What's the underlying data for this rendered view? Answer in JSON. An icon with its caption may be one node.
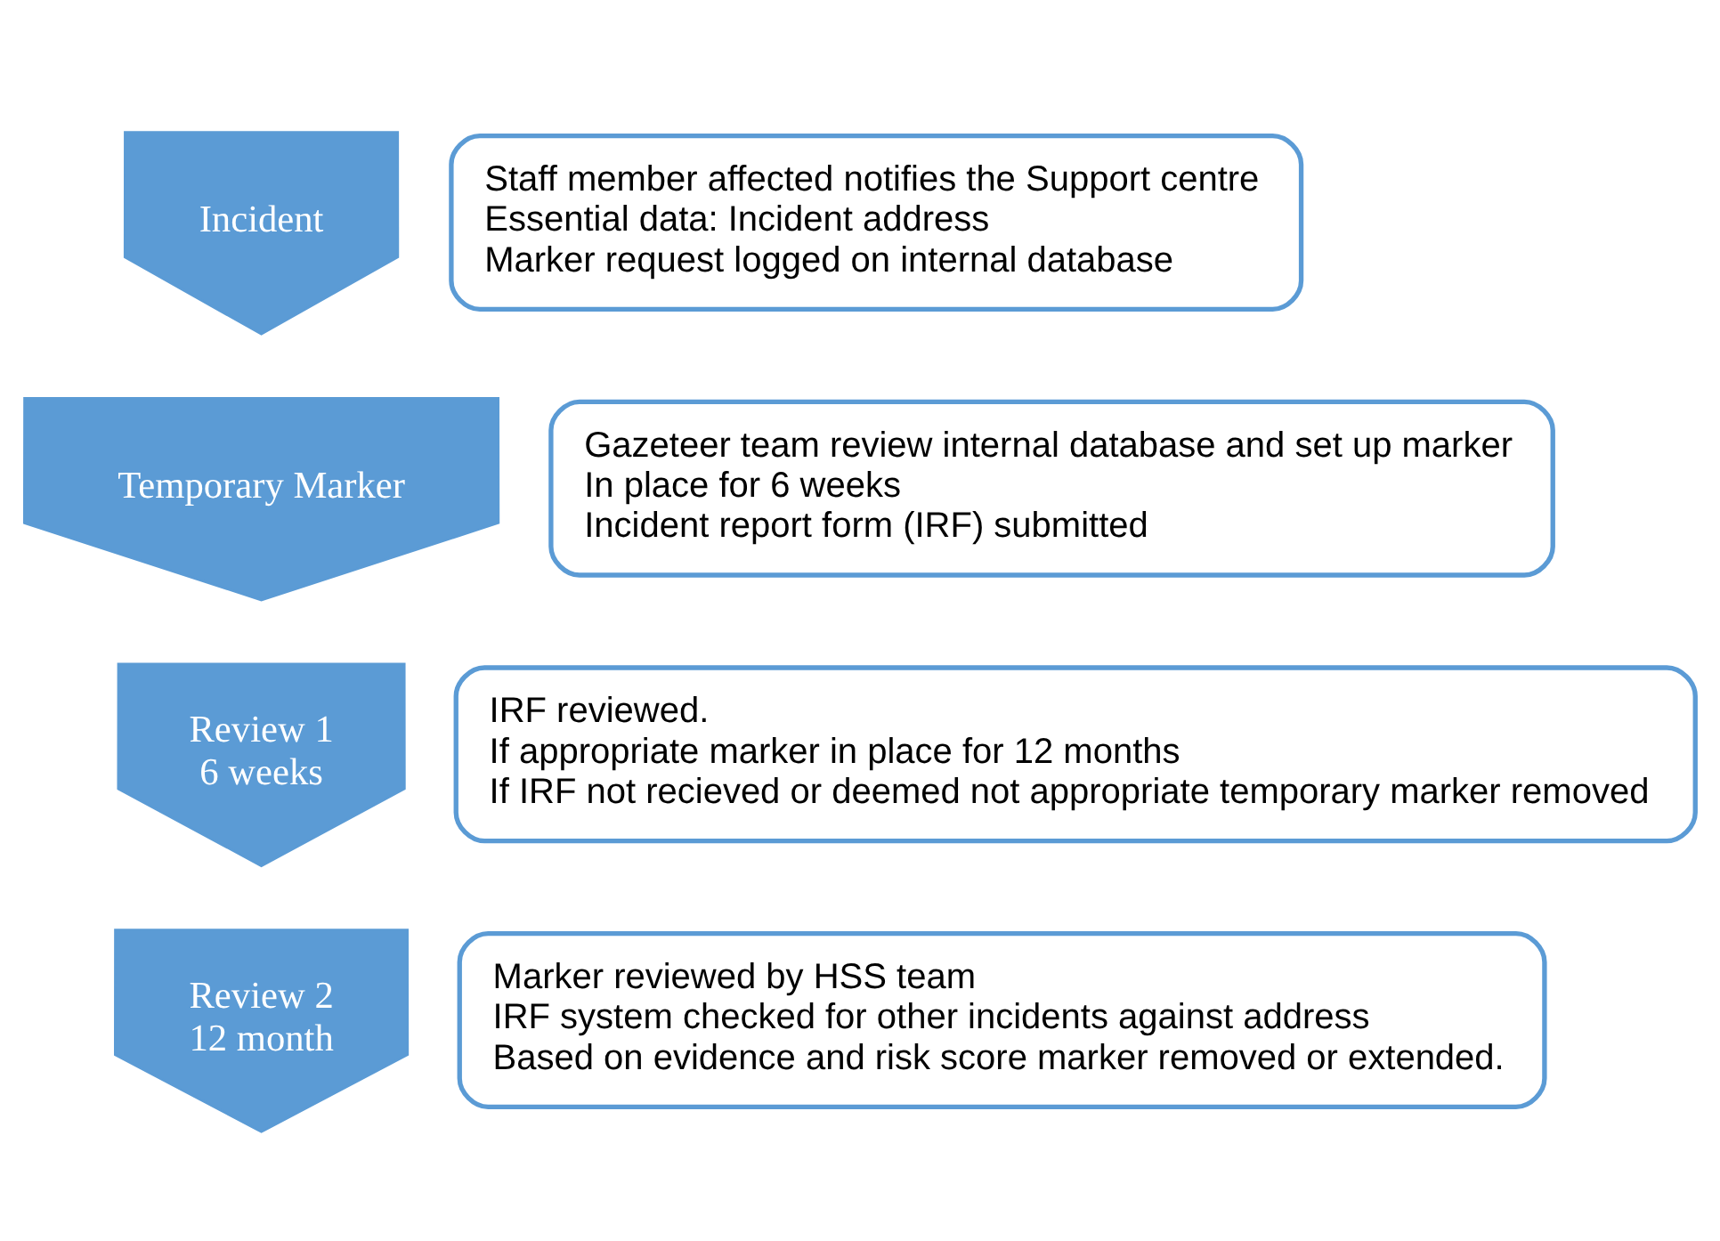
{
  "diagram": {
    "nodes": [
      {
        "text": [
          "Incident"
        ]
      },
      {
        "text": [
          "Staff member affected notifies the Support centre",
          "Essential data: Incident address",
          "Marker request logged on internal database"
        ]
      },
      {
        "text": [
          "Temporary Marker"
        ]
      },
      {
        "text": [
          "Gazeteer team review internal database and set up marker",
          "In place for 6 weeks",
          "Incident report form (IRF) submitted"
        ]
      },
      {
        "text": [
          "Review 1",
          "6 weeks"
        ]
      },
      {
        "text": [
          "IRF reviewed.",
          "If appropriate marker in place for 12 months",
          "If IRF not recieved or deemed not appropriate temporary marker removed"
        ]
      },
      {
        "text": [
          "Review 2",
          "12 month"
        ]
      },
      {
        "text": [
          "Marker reviewed by HSS team",
          "IRF system checked for other incidents against address",
          "Based on evidence and risk score marker removed or extended."
        ]
      }
    ]
  }
}
